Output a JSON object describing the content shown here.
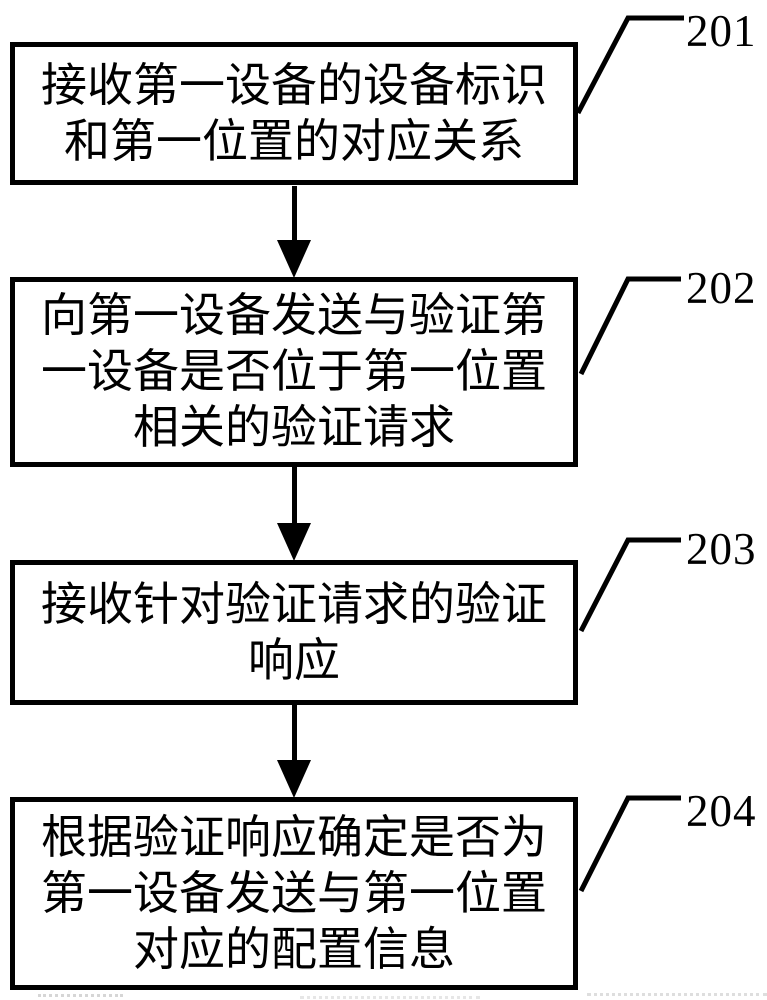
{
  "figure": {
    "type": "flowchart",
    "background_color": "#ffffff",
    "line_color": "#000000"
  },
  "steps": [
    {
      "ref": "201",
      "lines": [
        "接收第一设备的设备标识",
        "和第一位置的对应关系"
      ]
    },
    {
      "ref": "202",
      "lines": [
        "向第一设备发送与验证第",
        "一设备是否位于第一位置",
        "相关的验证请求"
      ]
    },
    {
      "ref": "203",
      "lines": [
        "接收针对验证请求的验证",
        "响应"
      ]
    },
    {
      "ref": "204",
      "lines": [
        "根据验证响应确定是否为",
        "第一设备发送与第一位置",
        "对应的配置信息"
      ]
    }
  ]
}
